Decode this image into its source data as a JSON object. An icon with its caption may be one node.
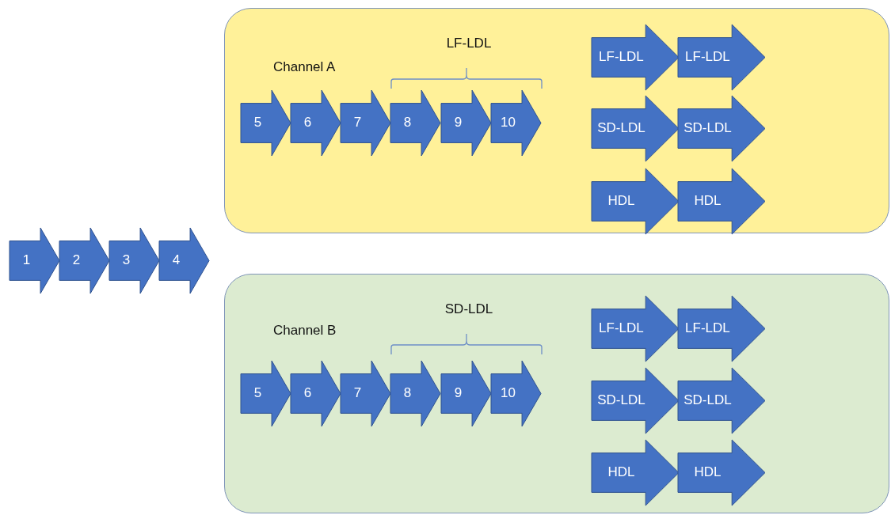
{
  "diagram": {
    "nodes": [
      {
        "text": [
          "Channel A"
        ]
      },
      {
        "text": [
          "5"
        ],
        "in": 0
      },
      {
        "text": [
          "6"
        ],
        "in": 0
      },
      {
        "text": [
          "7"
        ],
        "in": 0
      },
      {
        "text": [
          "8"
        ],
        "in": 0
      },
      {
        "text": [
          "9"
        ],
        "in": 0
      },
      {
        "text": [
          "10"
        ],
        "in": 0
      },
      {
        "text": [
          "LF-LDL"
        ],
        "in": 0
      },
      {
        "text": [
          "LF-LDL"
        ],
        "in": 0
      },
      {
        "text": [
          "SD-LDL"
        ],
        "in": 0
      },
      {
        "text": [
          "SD-LDL"
        ],
        "in": 0
      },
      {
        "text": [
          "HDL"
        ],
        "in": 0
      },
      {
        "text": [
          "HDL"
        ],
        "in": 0
      },
      {
        "text": [
          "1"
        ]
      },
      {
        "text": [
          "2"
        ]
      },
      {
        "text": [
          "3"
        ]
      },
      {
        "text": [
          "4"
        ]
      },
      {
        "text": [
          "Channel B"
        ]
      },
      {
        "text": [
          "5"
        ],
        "in": 17
      },
      {
        "text": [
          "6"
        ],
        "in": 17
      },
      {
        "text": [
          "7"
        ],
        "in": 17
      },
      {
        "text": [
          "8"
        ],
        "in": 17
      },
      {
        "text": [
          "9"
        ],
        "in": 17
      },
      {
        "text": [
          "10"
        ],
        "in": 17
      },
      {
        "text": [
          "LF-LDL"
        ],
        "in": 17
      },
      {
        "text": [
          "LF-LDL"
        ],
        "in": 17
      },
      {
        "text": [
          "SD-LDL"
        ],
        "in": 17
      },
      {
        "text": [
          "SD-LDL"
        ],
        "in": 17
      },
      {
        "text": [
          "HDL"
        ],
        "in": 17
      },
      {
        "text": [
          "HDL"
        ],
        "in": 17
      }
    ],
    "labels": [
      "LF-LDL",
      "SD-LDL"
    ]
  }
}
